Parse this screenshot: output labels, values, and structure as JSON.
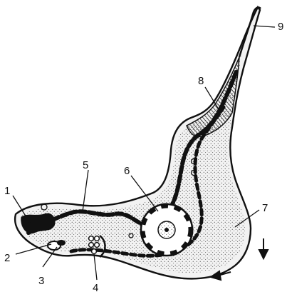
{
  "diagram": {
    "labels": [
      {
        "id": "1",
        "text": "1"
      },
      {
        "id": "2",
        "text": "2"
      },
      {
        "id": "3",
        "text": "3"
      },
      {
        "id": "4",
        "text": "4"
      },
      {
        "id": "5",
        "text": "5"
      },
      {
        "id": "6",
        "text": "6"
      },
      {
        "id": "7",
        "text": "7"
      },
      {
        "id": "8",
        "text": "8"
      },
      {
        "id": "9",
        "text": "9"
      }
    ],
    "colors": {
      "ink": "#111111",
      "body_fill": "#f2f2f2",
      "background": "#ffffff"
    }
  }
}
